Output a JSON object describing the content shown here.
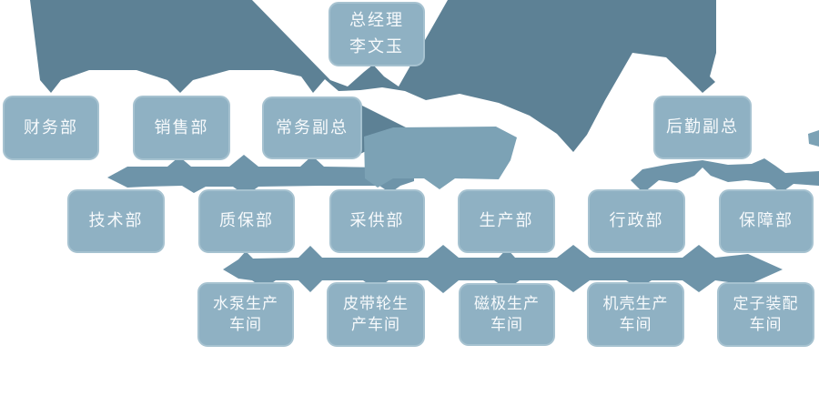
{
  "colors": {
    "page_bg": "#ffffff",
    "node_fill": "#8fb1c3",
    "node_border": "#a6c2d0",
    "node_text": "#f7fafc",
    "connector_dark": "#5d8195",
    "connector_mid": "#6e94a9",
    "connector_light": "#7ca2b5"
  },
  "diagram": {
    "type": "org-chart",
    "root": {
      "line1": "总经理",
      "line2": "李文玉",
      "full": "总经理 李文玉"
    },
    "level2": [
      {
        "label": "财务部"
      },
      {
        "label": "销售部"
      },
      {
        "label": "常务副总"
      },
      {
        "label": "后勤副总"
      }
    ],
    "level3": [
      {
        "label": "技术部"
      },
      {
        "label": "质保部"
      },
      {
        "label": "采供部"
      },
      {
        "label": "生产部"
      },
      {
        "label": "行政部"
      },
      {
        "label": "保障部"
      }
    ],
    "level4": [
      {
        "line1": "水泵生产",
        "line2": "车间",
        "full": "水泵生产车间"
      },
      {
        "line1": "皮带轮生",
        "line2": "产车间",
        "full": "皮带轮生产车间"
      },
      {
        "line1": "磁极生产",
        "line2": "车间",
        "full": "磁极生产车间"
      },
      {
        "line1": "机壳生产",
        "line2": "车间",
        "full": "机壳生产车间"
      },
      {
        "line1": "定子装配",
        "line2": "车间",
        "full": "定子装配车间"
      }
    ],
    "edges": [
      {
        "from": "总经理 李文玉",
        "to": "财务部"
      },
      {
        "from": "总经理 李文玉",
        "to": "销售部"
      },
      {
        "from": "总经理 李文玉",
        "to": "常务副总"
      },
      {
        "from": "总经理 李文玉",
        "to": "后勤副总"
      },
      {
        "from": "常务副总",
        "to": "技术部"
      },
      {
        "from": "常务副总",
        "to": "质保部"
      },
      {
        "from": "常务副总",
        "to": "采供部"
      },
      {
        "from": "常务副总",
        "to": "生产部"
      },
      {
        "from": "后勤副总",
        "to": "行政部"
      },
      {
        "from": "后勤副总",
        "to": "保障部"
      },
      {
        "from": "生产部",
        "to": "水泵生产车间"
      },
      {
        "from": "生产部",
        "to": "皮带轮生产车间"
      },
      {
        "from": "生产部",
        "to": "磁极生产车间"
      },
      {
        "from": "生产部",
        "to": "机壳生产车间"
      },
      {
        "from": "生产部",
        "to": "定子装配车间"
      }
    ]
  }
}
